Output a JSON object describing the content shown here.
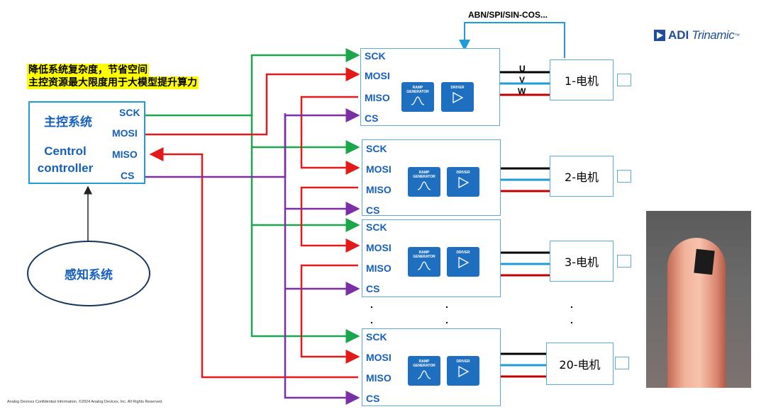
{
  "notes": {
    "line1": "降低系统复杂度，节省空间",
    "line2": "主控资源最大限度用于大模型提升算力"
  },
  "controller": {
    "title_cn": "主控系统",
    "title_en": "Centrol controller",
    "pins": [
      "SCK",
      "MOSI",
      "MISO",
      "CS"
    ]
  },
  "sensing": {
    "label": "感知系统"
  },
  "encoder_label": "ABN/SPI/SIN-COS...",
  "logo": {
    "adi": "ADI",
    "trinamic": "Trinamic",
    "tm": "™"
  },
  "driver_pins": [
    "SCK",
    "MOSI",
    "MISO",
    "CS"
  ],
  "blocks": {
    "ramp": "RAMP GENERATOR",
    "driver": "DRIVER"
  },
  "phases": [
    "U",
    "V",
    "W"
  ],
  "motors": [
    "1-电机",
    "2-电机",
    "3-电机",
    "20-电机"
  ],
  "ellipsis": ".",
  "footer": "Analog Devices Confidential Information. ©2024 Analog Devices, Inc. All Rights Reserved.",
  "colors": {
    "sck": "#1aa64b",
    "mosi": "#e21a1a",
    "miso": "#e21a1a",
    "cs": "#7a2fa4",
    "border": "#1f9bd7",
    "text_blue": "#1560bd",
    "encoder_wire": "#1f9bd7",
    "phase_u": "#000000",
    "phase_v": "#1f9bd7",
    "phase_w": "#c00000"
  }
}
